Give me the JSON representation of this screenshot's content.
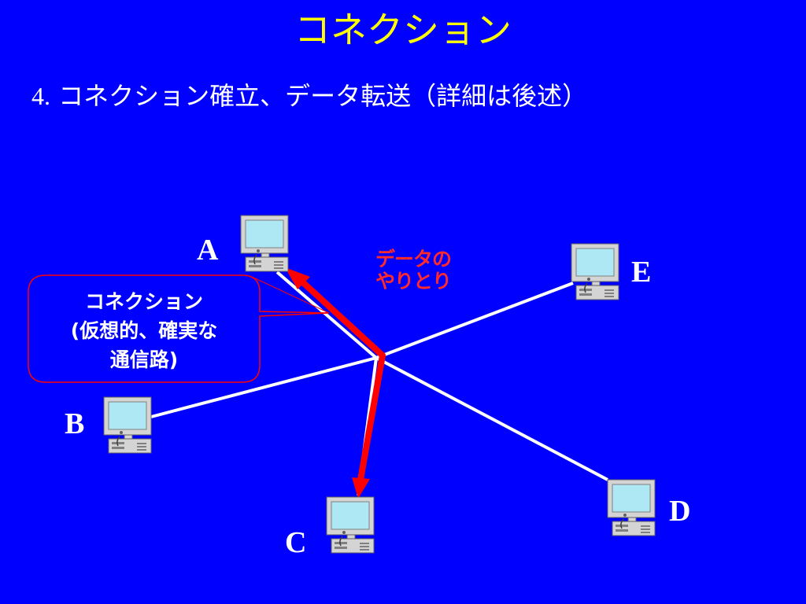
{
  "slide": {
    "title": "コネクション",
    "subtitle_number": "4.",
    "subtitle_text": " コネクション確立、データ転送（詳細は後述）"
  },
  "diagram": {
    "nodes": [
      {
        "id": "A",
        "label": "A"
      },
      {
        "id": "B",
        "label": "B"
      },
      {
        "id": "C",
        "label": "C"
      },
      {
        "id": "D",
        "label": "D"
      },
      {
        "id": "E",
        "label": "E"
      }
    ],
    "data_exchange_label": {
      "line1": "データの",
      "line2": "やりとり"
    },
    "connection_callout": {
      "line1": "コネクション",
      "line2": "(仮想的、確実な",
      "line3": "通信路)"
    },
    "colors": {
      "background": "#0000ff",
      "title": "#ffff00",
      "text": "#ffffff",
      "link": "#ffffff",
      "data_arrow": "#ff0000",
      "callout_border": "#ff0000",
      "computer_screen": "#aee8f4",
      "computer_body": "#d4d4d4"
    },
    "icon": "desktop-computer-icon"
  }
}
